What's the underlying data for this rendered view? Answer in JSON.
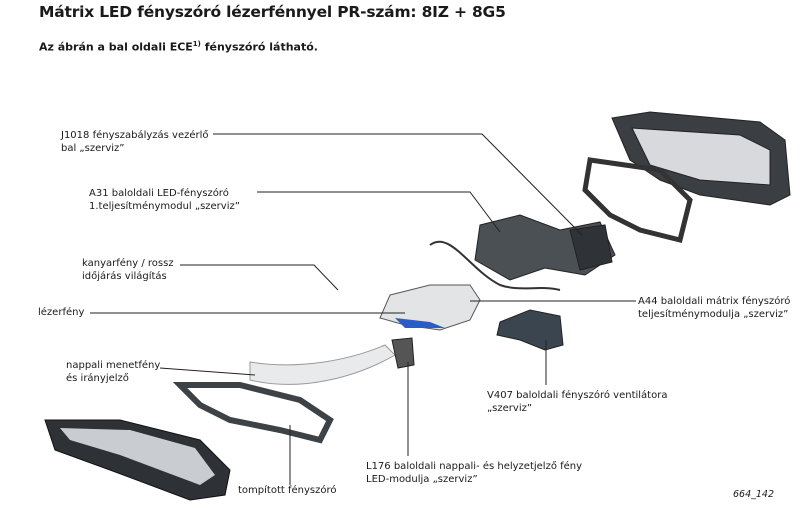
{
  "title": "Mátrix LED fényszóró lézerfénnyel PR-szám: 8IZ + 8G5",
  "subtitle": {
    "text": "Az ábrán a bal oldali ECE",
    "superscript": "1)",
    "rest": " fényszóró látható."
  },
  "labels": {
    "j1018": [
      "J1018 fényszabályzás vezérlő",
      "bal „szerviz”"
    ],
    "a31": [
      "A31 baloldali LED-fényszóró",
      "1.teljesítménymodul „szerviz”"
    ],
    "kanyar": [
      "kanyarfény / rossz",
      "időjárás világítás"
    ],
    "lezer": [
      "lézerfény"
    ],
    "nappali": [
      "nappali menetfény",
      "és irányjelző"
    ],
    "a44": [
      "A44 baloldali mátrix fényszóró",
      "teljesítménymodulja „szerviz”"
    ],
    "v407": [
      "V407 baloldali fényszóró ventilátora",
      "„szerviz”"
    ],
    "l176": [
      "L176 baloldali nappali- és helyzetjelző fény",
      "LED-modulja „szerviz”"
    ],
    "tompitott": [
      "tompított fényszóró"
    ]
  },
  "figure_number": "664_142"
}
